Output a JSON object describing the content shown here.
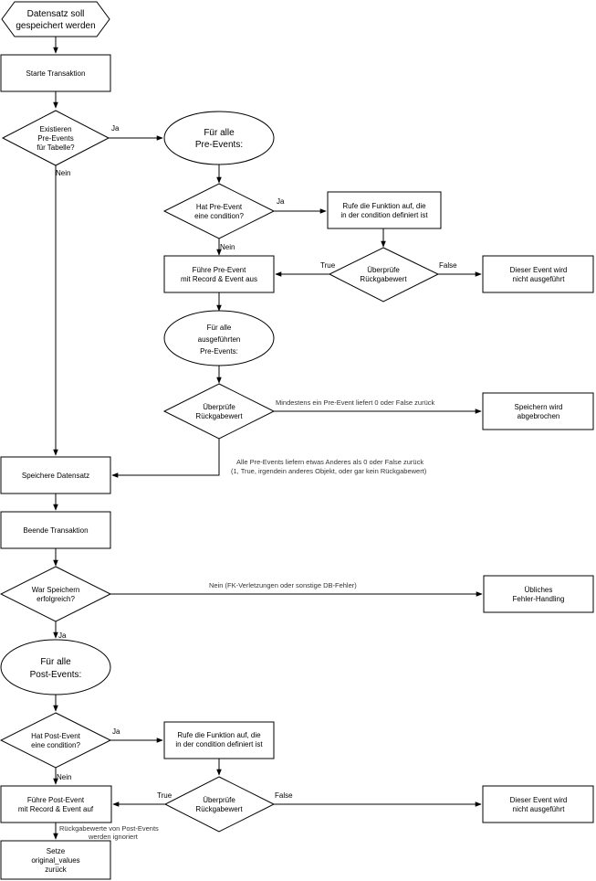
{
  "nodes": {
    "start": [
      "Datensatz soll",
      "gespeichert werden"
    ],
    "start_tx": [
      "Starte Transaktion"
    ],
    "exist_pre": [
      "Existieren",
      "Pre-Events",
      "für Tabelle?"
    ],
    "loop_pre": [
      "Für alle",
      "Pre-Events:"
    ],
    "pre_cond": [
      "Hat Pre-Event",
      "eine condition?"
    ],
    "call_func_pre": [
      "Rufe die Funktion auf, die",
      "in der condition definiert ist"
    ],
    "check_ret_pre": [
      "Überprüfe",
      "Rückgabewert"
    ],
    "skip_pre": [
      "Dieser Event wird",
      "nicht ausgeführt"
    ],
    "exec_pre": [
      "Führe Pre-Event",
      "mit Record & Event aus"
    ],
    "loop_exec": [
      "Für alle",
      "ausgeführten",
      "Pre-Events:"
    ],
    "check_ret_all": [
      "Überprüfe",
      "Rückgabewert"
    ],
    "abort": [
      "Speichern wird",
      "abgebrochen"
    ],
    "save": [
      "Speichere Datensatz"
    ],
    "end_tx": [
      "Beende Transaktion"
    ],
    "success": [
      "War Speichern",
      "erfolgreich?"
    ],
    "error": [
      "Übliches",
      "Fehler-Handling"
    ],
    "loop_post": [
      "Für alle",
      "Post-Events:"
    ],
    "post_cond": [
      "Hat Post-Event",
      "eine condition?"
    ],
    "call_func_post": [
      "Rufe die Funktion auf, die",
      "in der condition definiert ist"
    ],
    "check_ret_post": [
      "Überprüfe",
      "Rückgabewert"
    ],
    "skip_post": [
      "Dieser Event wird",
      "nicht ausgeführt"
    ],
    "exec_post": [
      "Führe Post-Event",
      "mit Record & Event auf"
    ],
    "reset": [
      "Setze",
      "original_values",
      "zurück"
    ]
  },
  "edge_labels": {
    "ja_1": [
      "Ja"
    ],
    "nein_1": [
      "Nein"
    ],
    "ja_2": [
      "Ja"
    ],
    "nein_2": [
      "Nein"
    ],
    "true_1": [
      "True"
    ],
    "false_1": [
      "False"
    ],
    "min_one": [
      "Mindestens ein Pre-Event liefert 0 oder False zurück"
    ],
    "all_pre": [
      "Alle Pre-Events liefern etwas Anderes als 0 oder False zurück",
      "(1, True, irgendein anderes Objekt, oder gar kein Rückgabewert)"
    ],
    "nein_fk": [
      "Nein (FK-Verletzungen oder sonstige DB-Fehler)"
    ],
    "ja_3": [
      "Ja"
    ],
    "ja_4": [
      "Ja"
    ],
    "nein_3": [
      "Nein"
    ],
    "true_2": [
      "True"
    ],
    "false_2": [
      "False"
    ],
    "ignored": [
      "Rückgabewerte von Post-Events",
      "werden ignoriert"
    ]
  }
}
